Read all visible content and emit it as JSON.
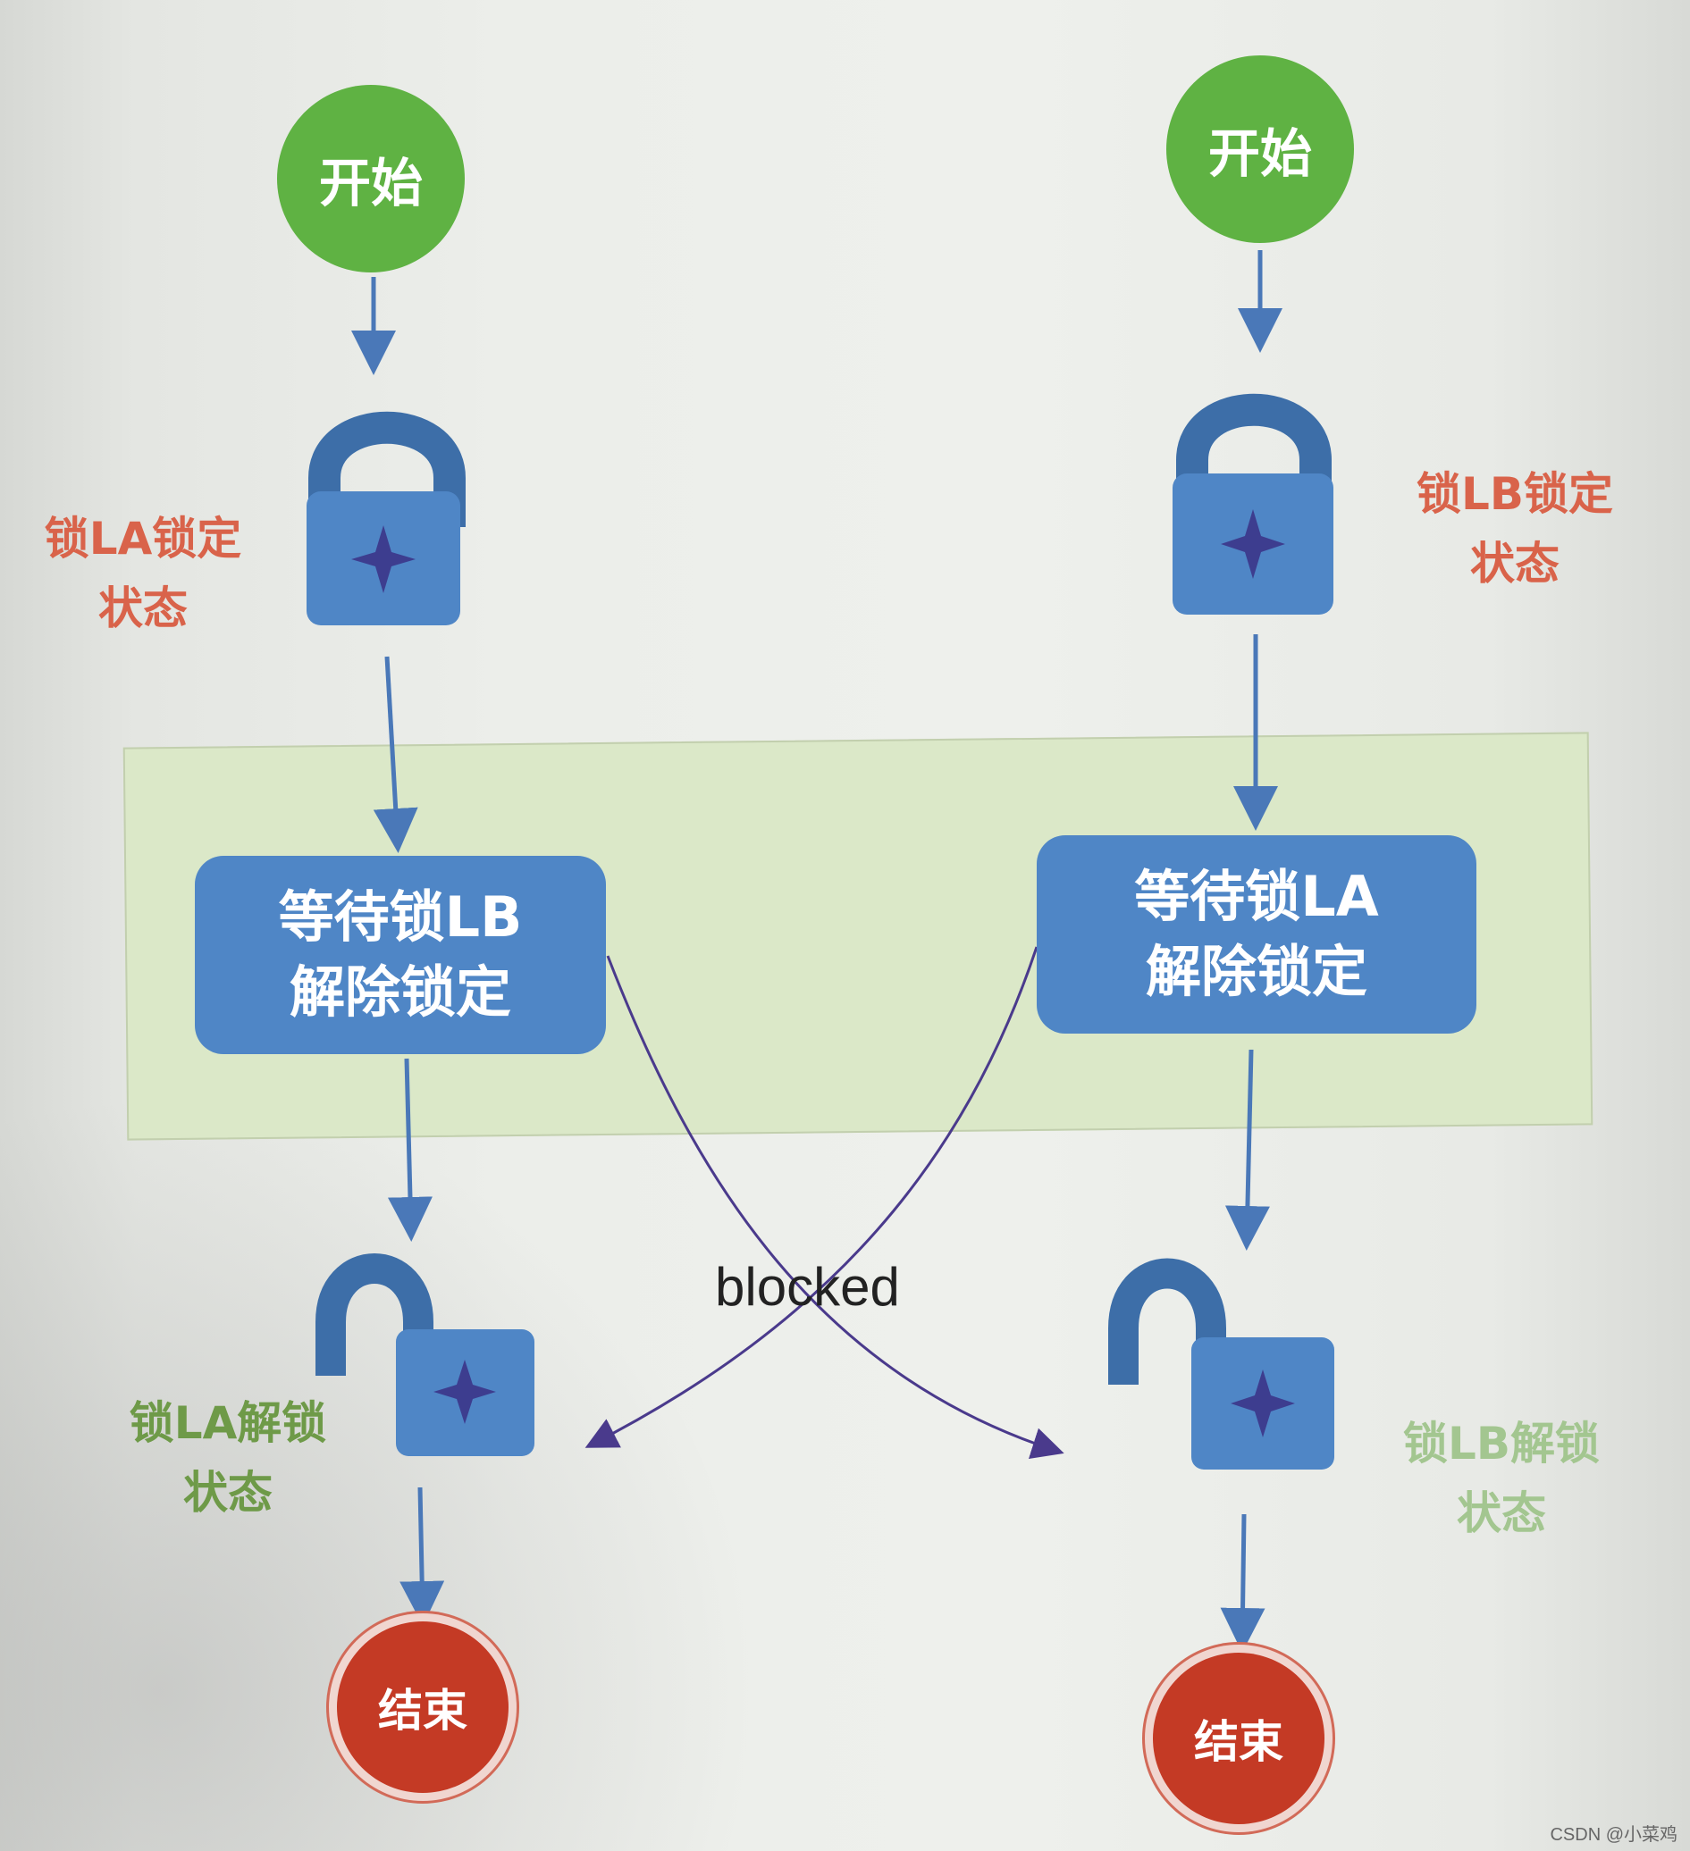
{
  "start_label": "开始",
  "end_label": "结束",
  "left": {
    "lock_state": [
      "锁LA锁定",
      "状态"
    ],
    "process": [
      "等待锁LB",
      "解除锁定"
    ],
    "unlock_state": [
      "锁LA解锁",
      "状态"
    ]
  },
  "right": {
    "lock_state": [
      "锁LB锁定",
      "状态"
    ],
    "process": [
      "等待锁LA",
      "解除锁定"
    ],
    "unlock_state": [
      "锁LB解锁",
      "状态"
    ]
  },
  "cross_label": "blocked",
  "watermark": "CSDN @小菜鸡",
  "icons": [
    "lock-closed-icon",
    "lock-open-icon"
  ],
  "colors": {
    "start": "#5fb243",
    "end": "#c43a25",
    "process": "#4f86c6",
    "lock": "#4f86c6",
    "shackle": "#3d6ea8",
    "panel": "#dbe8c8",
    "arrow": "#4a78b8",
    "cross_arrow": "#4a3a8c"
  }
}
